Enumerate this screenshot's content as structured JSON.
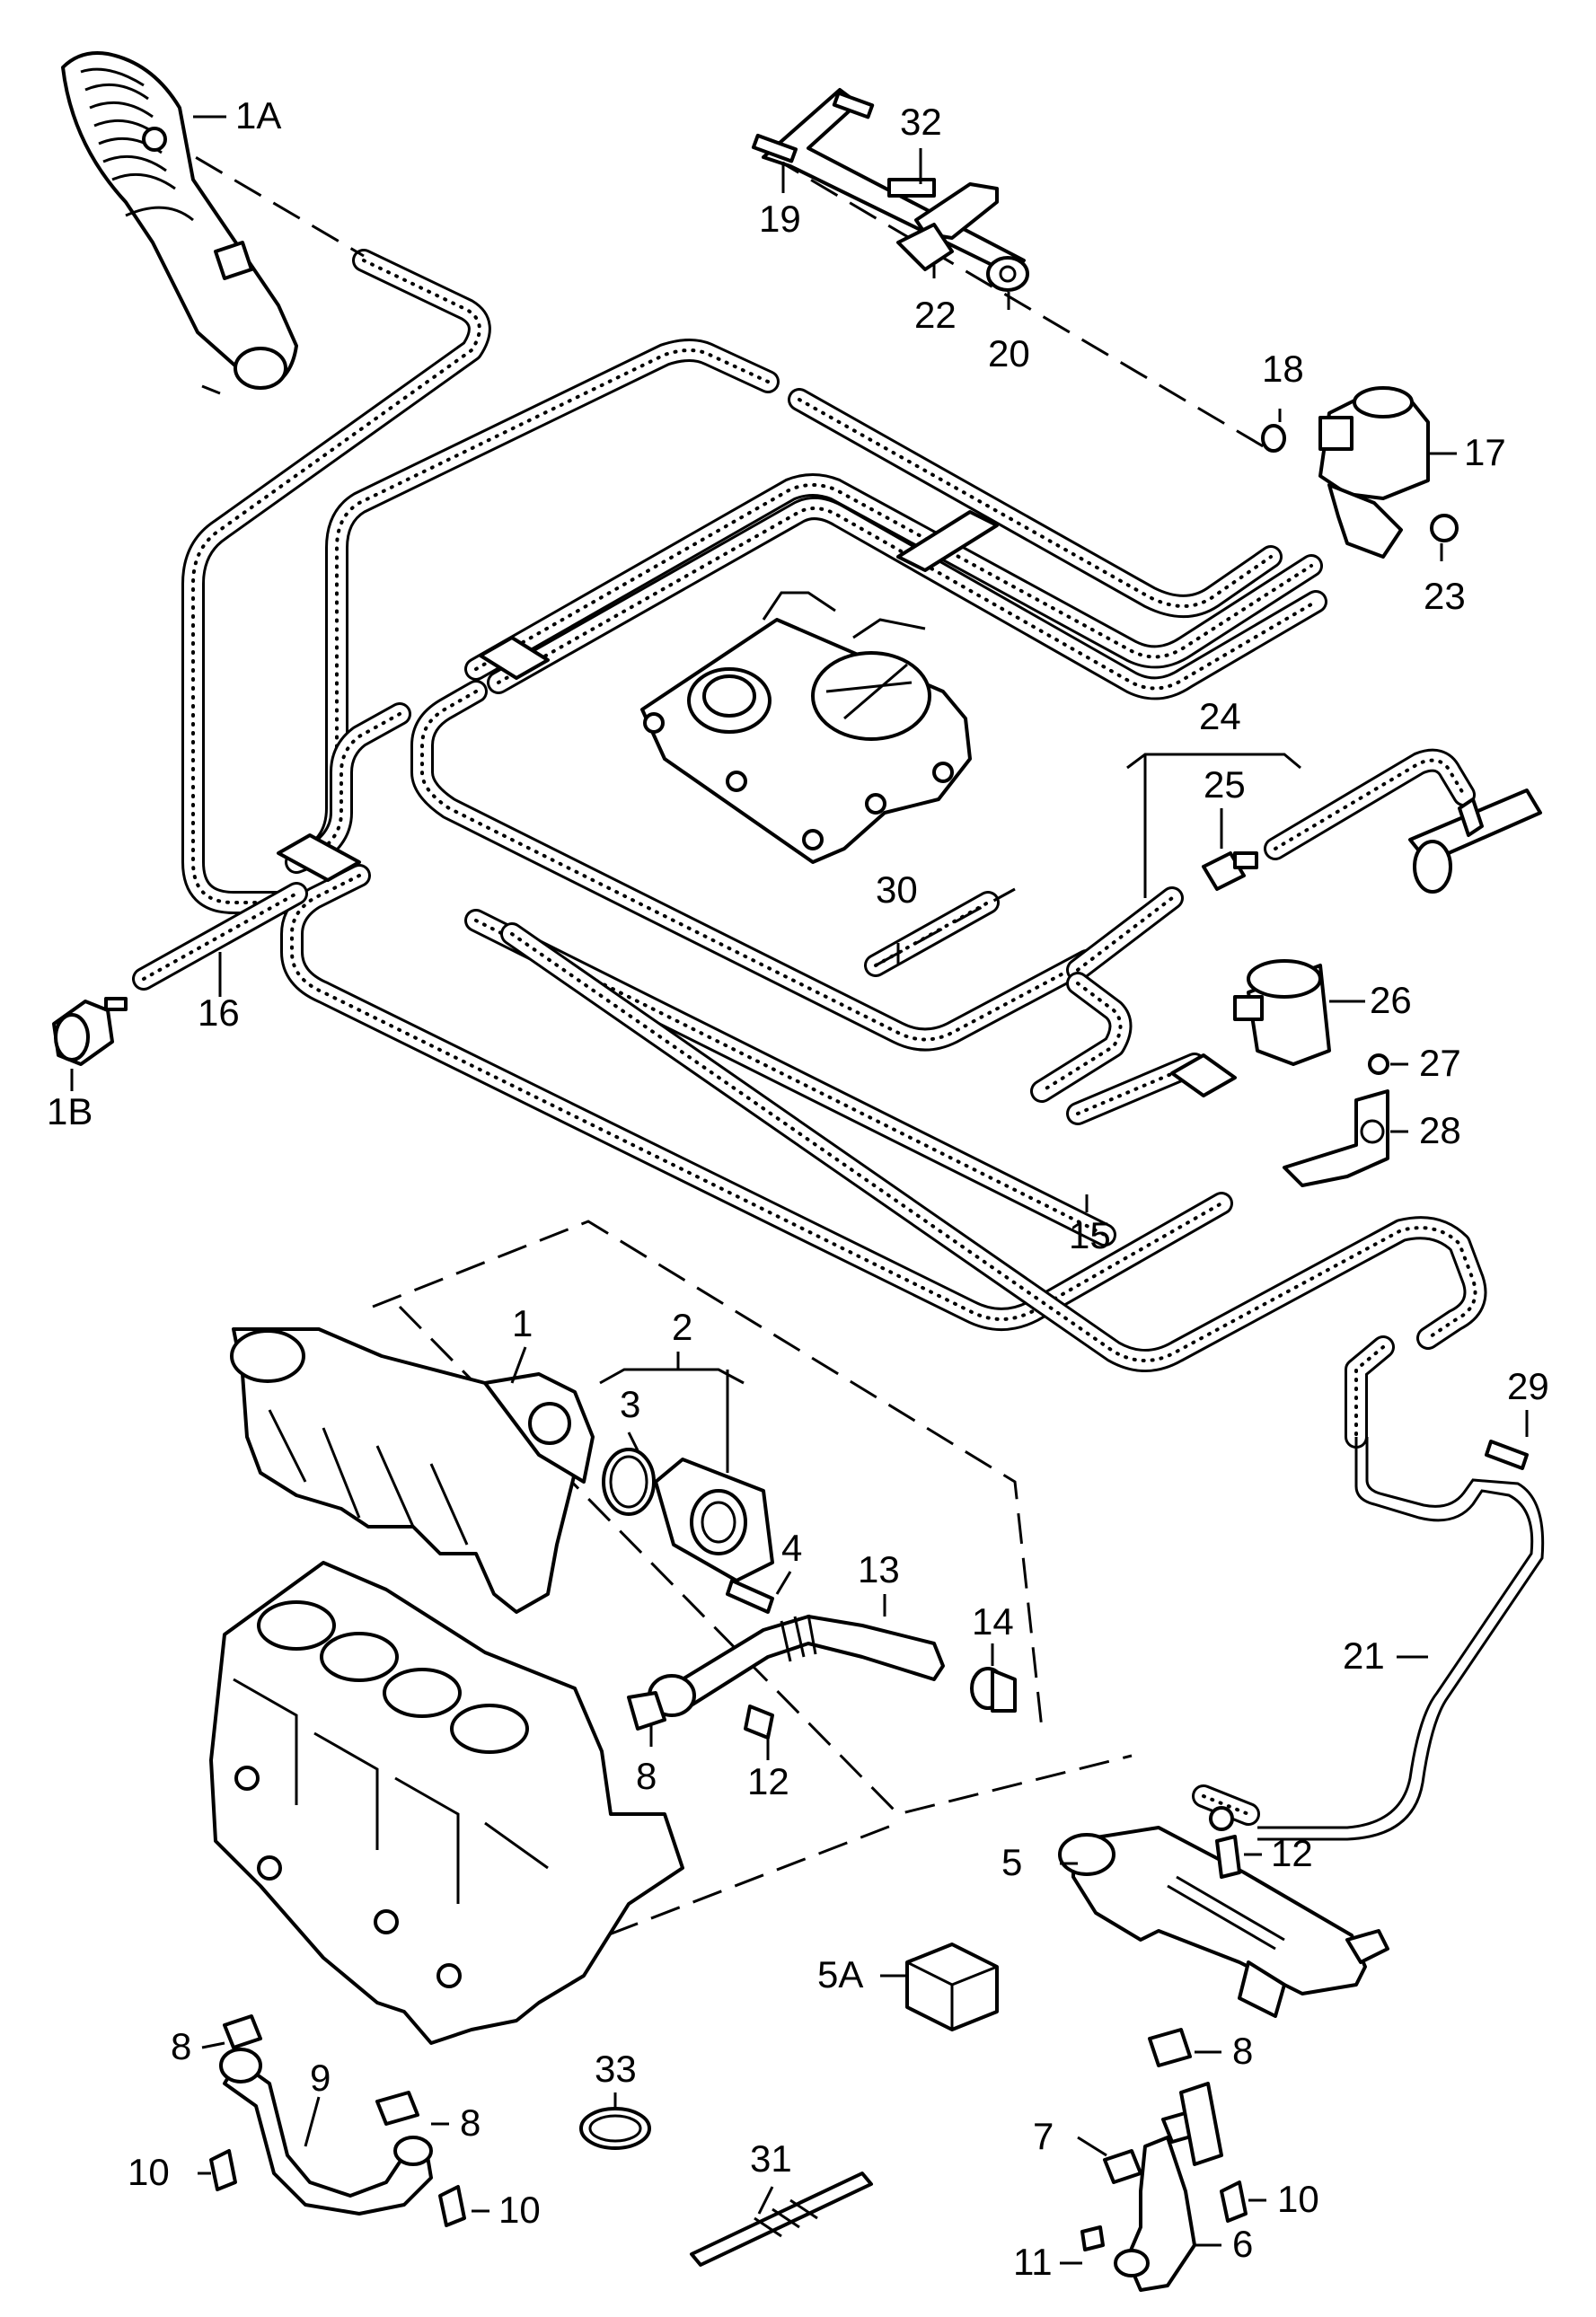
{
  "callouts": [
    {
      "id": "1A",
      "text": "1A"
    },
    {
      "id": "32",
      "text": "32"
    },
    {
      "id": "19",
      "text": "19"
    },
    {
      "id": "22",
      "text": "22"
    },
    {
      "id": "20",
      "text": "20"
    },
    {
      "id": "18",
      "text": "18"
    },
    {
      "id": "17",
      "text": "17"
    },
    {
      "id": "23",
      "text": "23"
    },
    {
      "id": "24",
      "text": "24"
    },
    {
      "id": "25",
      "text": "25"
    },
    {
      "id": "30",
      "text": "30"
    },
    {
      "id": "16",
      "text": "16"
    },
    {
      "id": "1B",
      "text": "1B"
    },
    {
      "id": "26",
      "text": "26"
    },
    {
      "id": "27",
      "text": "27"
    },
    {
      "id": "28",
      "text": "28"
    },
    {
      "id": "15",
      "text": "15"
    },
    {
      "id": "1",
      "text": "1"
    },
    {
      "id": "2",
      "text": "2"
    },
    {
      "id": "3",
      "text": "3"
    },
    {
      "id": "29",
      "text": "29"
    },
    {
      "id": "4",
      "text": "4"
    },
    {
      "id": "13",
      "text": "13"
    },
    {
      "id": "14",
      "text": "14"
    },
    {
      "id": "21",
      "text": "21"
    },
    {
      "id": "8a",
      "text": "8"
    },
    {
      "id": "12a",
      "text": "12"
    },
    {
      "id": "5",
      "text": "5"
    },
    {
      "id": "12b",
      "text": "12"
    },
    {
      "id": "5A",
      "text": "5A"
    },
    {
      "id": "8b",
      "text": "8"
    },
    {
      "id": "8c",
      "text": "8"
    },
    {
      "id": "33",
      "text": "33"
    },
    {
      "id": "8d",
      "text": "8"
    },
    {
      "id": "7",
      "text": "7"
    },
    {
      "id": "10a",
      "text": "10"
    },
    {
      "id": "10b",
      "text": "10"
    },
    {
      "id": "9",
      "text": "9"
    },
    {
      "id": "31",
      "text": "31"
    },
    {
      "id": "10c",
      "text": "10"
    },
    {
      "id": "6",
      "text": "6"
    },
    {
      "id": "11",
      "text": "11"
    }
  ]
}
